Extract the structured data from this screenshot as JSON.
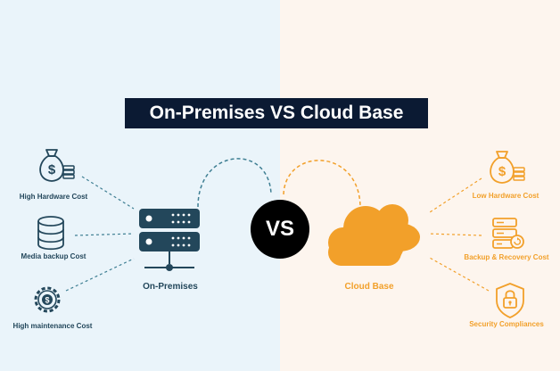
{
  "title": "On-Premises VS Cloud Base",
  "vs_label": "VS",
  "left": {
    "name": "On-Premises",
    "color": "#23475b",
    "items": [
      {
        "label": "High Hardware Cost",
        "icon": "money-bag-icon"
      },
      {
        "label": "Media backup Cost",
        "icon": "database-icon"
      },
      {
        "label": "High maintenance Cost",
        "icon": "gear-dollar-icon"
      }
    ]
  },
  "right": {
    "name": "Cloud Base",
    "color": "#f2a02a",
    "items": [
      {
        "label": "Low Hardware Cost",
        "icon": "money-bag-icon"
      },
      {
        "label": "Backup & Recovery Cost",
        "icon": "server-backup-icon"
      },
      {
        "label": "Security Compliances",
        "icon": "shield-lock-icon"
      }
    ]
  },
  "main_icons": {
    "left": "server-rack-icon",
    "right": "cloud-icon"
  }
}
